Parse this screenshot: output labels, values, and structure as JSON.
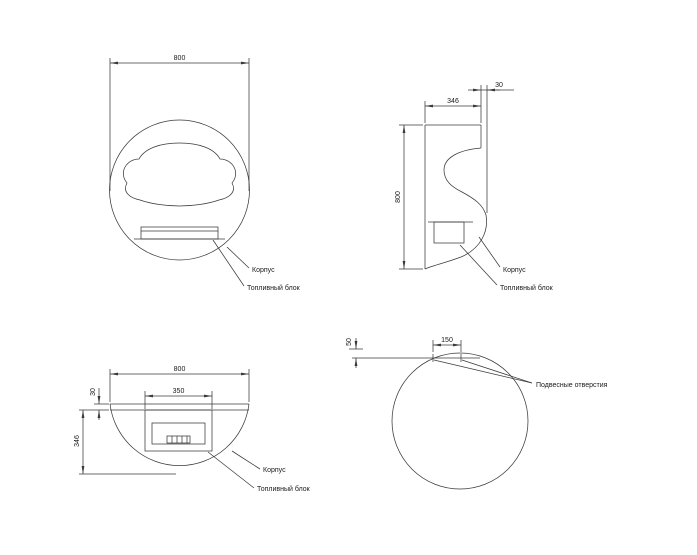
{
  "labels": {
    "body": "Корпус",
    "fuel_block": "Топливный блок",
    "hanging_holes": "Подвесные отверстия"
  },
  "dimensions": {
    "front": {
      "width": "800"
    },
    "side": {
      "wall_gap": "30",
      "depth": "346",
      "height": "800"
    },
    "top": {
      "width": "800",
      "burner_width": "350",
      "rim_offset": "30",
      "depth": "346"
    },
    "back": {
      "hole_spacing": "150",
      "hole_offset": "50"
    }
  },
  "colors": {
    "line": "#3a3a3a",
    "text": "#1a1a1a",
    "background": "#ffffff"
  }
}
